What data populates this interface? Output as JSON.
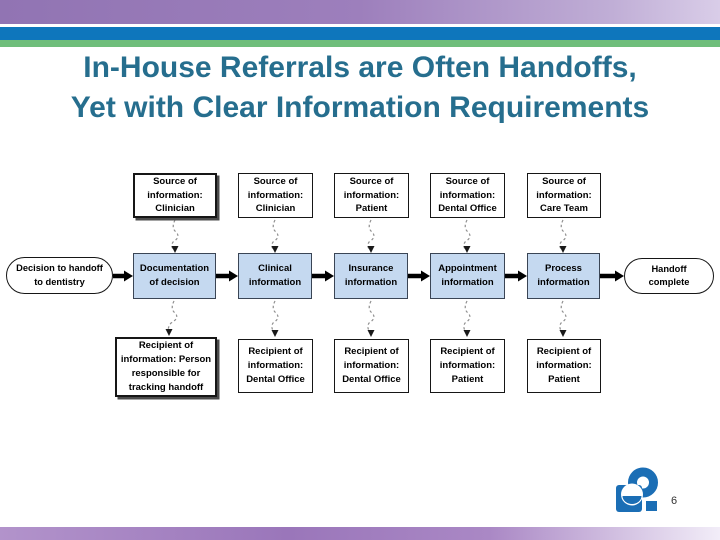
{
  "slide": {
    "title_line1": "In-House Referrals are Often Handoffs,",
    "title_line2": "Yet with Clear Information Requirements",
    "page_number": "6"
  },
  "flowchart": {
    "start_label": "Decision to handoff to dentistry",
    "end_label": "Handoff complete",
    "sources": [
      "Source of information: Clinician",
      "Source of information: Clinician",
      "Source of information: Patient",
      "Source of information: Dental Office",
      "Source of information: Care Team"
    ],
    "processes": [
      "Documentation of decision",
      "Clinical information",
      "Insurance information",
      "Appointment information",
      "Process information"
    ],
    "recipients": [
      "Recipient of information: Person responsible for tracking handoff",
      "Recipient of information: Dental Office",
      "Recipient of information: Dental Office",
      "Recipient of information: Patient",
      "Recipient of information: Patient"
    ]
  },
  "branding": {
    "logo_name": "ahrq-q-logo",
    "colors": {
      "title_text": "#266e8e",
      "band_purple": "#9a7ab8",
      "band_blue": "#0e76bc",
      "band_green": "#6fbe7b",
      "process_fill": "#c5d9f0",
      "logo_blue": "#1b6eb5"
    }
  }
}
